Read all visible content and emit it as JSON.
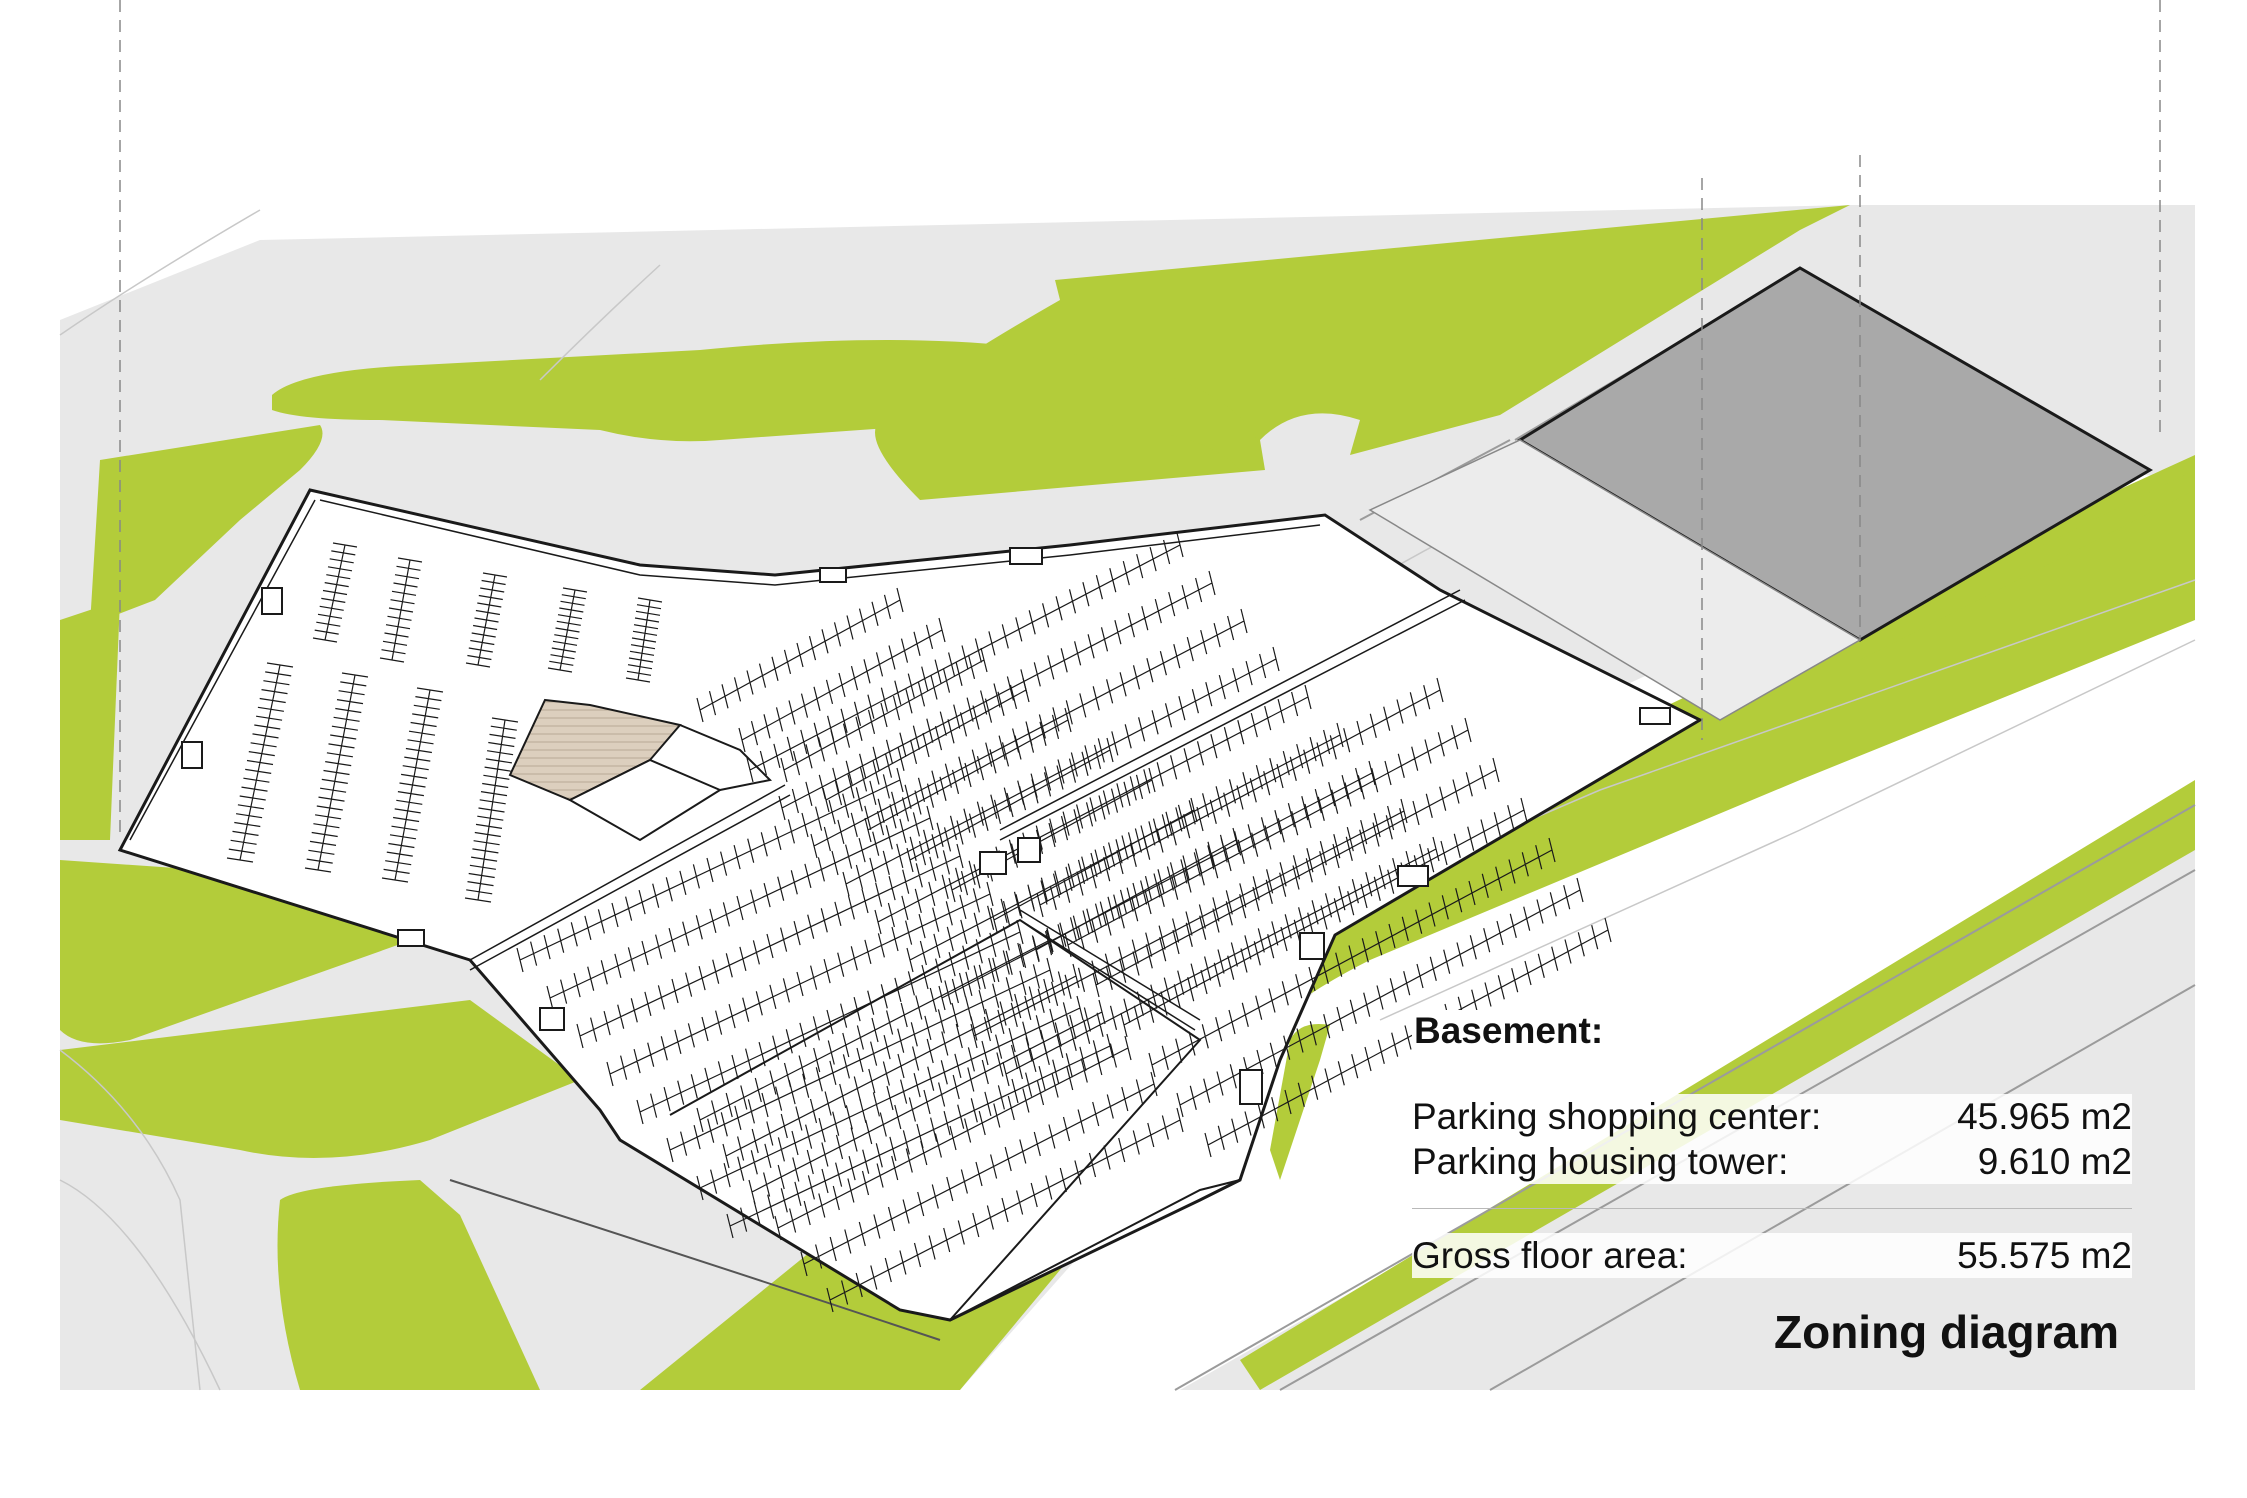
{
  "legend": {
    "heading": "Basement:",
    "rows": [
      {
        "label": "Parking shopping center:",
        "value": "45.965 m2"
      },
      {
        "label": "Parking housing tower:",
        "value": "9.610 m2"
      }
    ],
    "total": {
      "label": "Gross floor area:",
      "value": "55.575 m2"
    }
  },
  "title": "Zoning diagram",
  "colors": {
    "green": "#b3cc3a",
    "road": "#e8e8e8",
    "tower_zone": "#a9a9a9",
    "core_hatch": "#dccfbe",
    "outline": "#1a1a1a"
  }
}
